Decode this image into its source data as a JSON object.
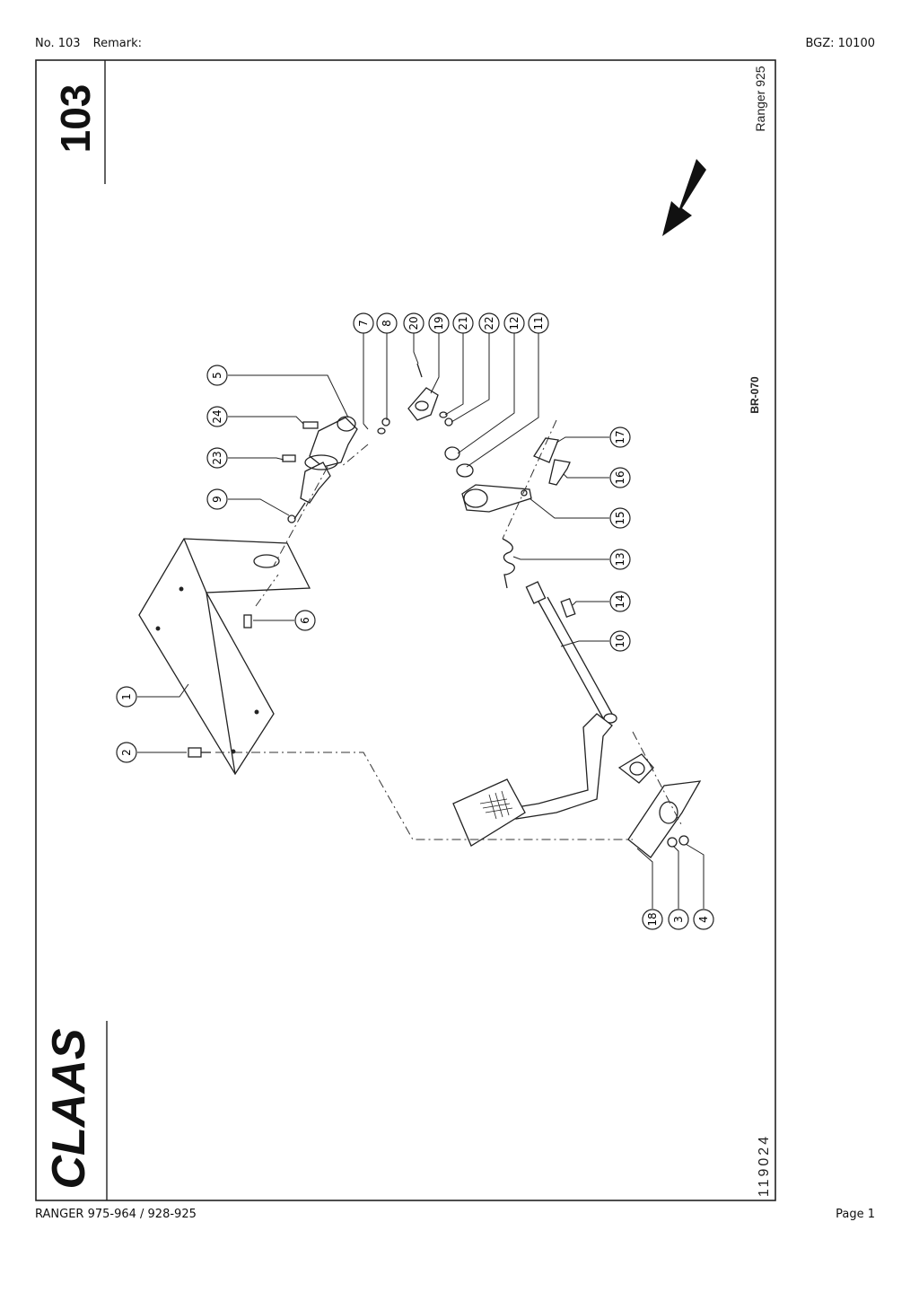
{
  "header": {
    "number": "No. 103",
    "remark_label": "Remark:",
    "bgz": "BGZ: 10100"
  },
  "sheet": {
    "page_big_number": "103",
    "model_label": "Ranger 925",
    "drawing_code": "BR-070",
    "drawing_number": "119024",
    "brand_logo_text": "CLAAS"
  },
  "callouts": [
    "1",
    "2",
    "3",
    "4",
    "5",
    "6",
    "7",
    "8",
    "9",
    "10",
    "11",
    "12",
    "13",
    "14",
    "15",
    "16",
    "17",
    "18",
    "19",
    "20",
    "21",
    "22",
    "23",
    "24"
  ],
  "footer": {
    "model_range": "RANGER 975-964 / 928-925",
    "page": "Page 1"
  }
}
